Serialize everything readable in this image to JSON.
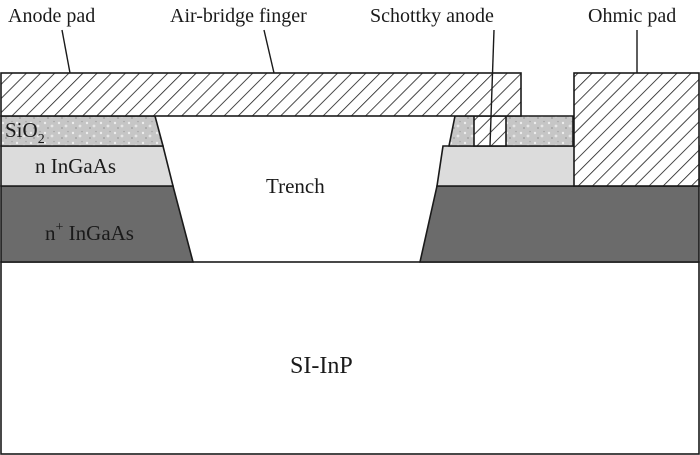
{
  "labels": {
    "anode_pad": "Anode pad",
    "air_bridge_finger": "Air-bridge finger",
    "schottky_anode": "Schottky anode",
    "ohmic_pad": "Ohmic pad",
    "sio2_base": "SiO",
    "sio2_sub": "2",
    "n_ingaas": "n InGaAs",
    "nplus_base": "n",
    "nplus_sup": "+",
    "nplus_rest": " InGaAs",
    "trench": "Trench",
    "substrate": "SI-InP"
  },
  "colors": {
    "outline": "#1a1a1a",
    "n_plus_ingaas": "#6b6b6b",
    "n_ingaas": "#dcdcdc",
    "sio2": "#c4c4c4",
    "substrate": "#ffffff",
    "metal_hatch": "#1a1a1a"
  }
}
